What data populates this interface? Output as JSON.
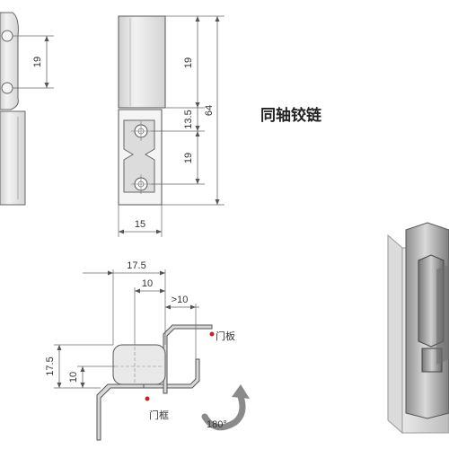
{
  "title": "同轴铰链",
  "dimensions": {
    "h19_left": "19",
    "v19_top": "19",
    "v13_5": "13.5",
    "v19_bottom": "19",
    "v64": "64",
    "w15": "15",
    "w17_5": "17.5",
    "w10": "10",
    "w_ge10": ">10",
    "h17_5": "17.5",
    "h10": "10"
  },
  "labels": {
    "door_panel": "门板",
    "door_frame": "门框",
    "rotation": "180°"
  },
  "colors": {
    "line": "#555555",
    "metal_light": "#e8e8e8",
    "metal_mid": "#cfcfcf",
    "metal_dark": "#9a9a9a",
    "arrow_gray": "#7a7a7a",
    "marker_red": "#cc2222"
  }
}
